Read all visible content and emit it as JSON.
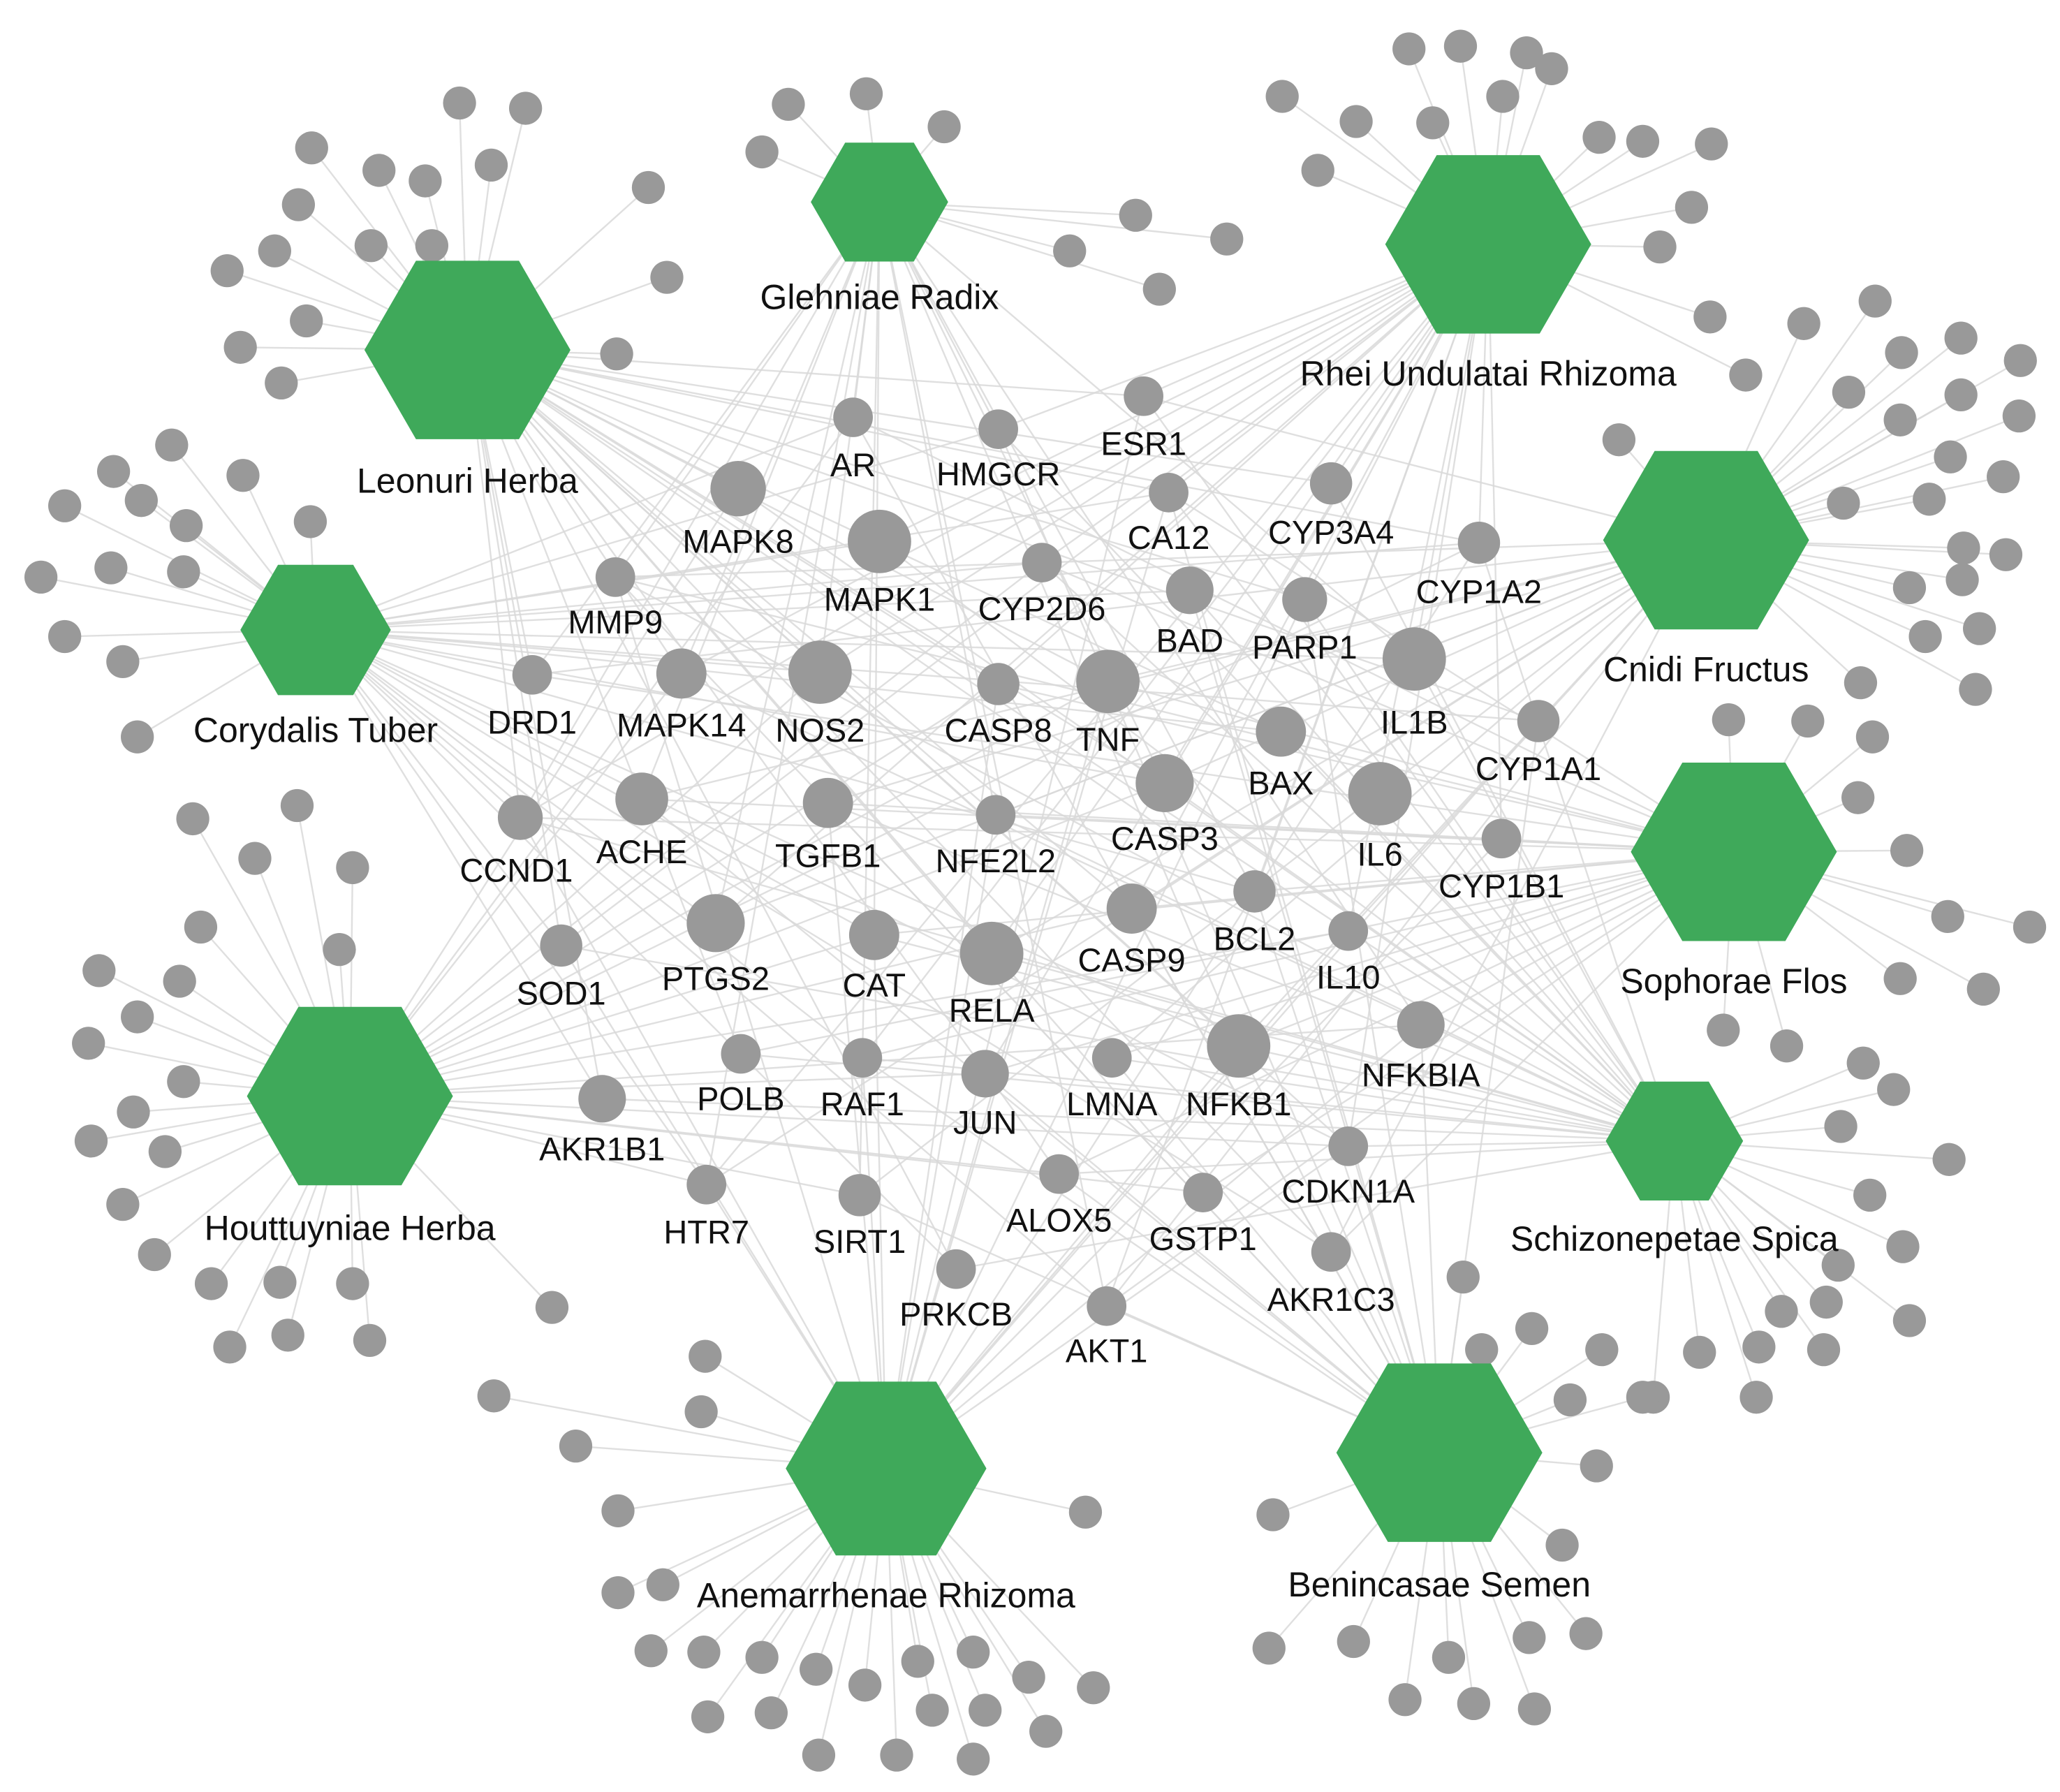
{
  "colors": {
    "herb_fill": "#3fa95a",
    "node_fill": "#999999",
    "edge": "#d9d9d9",
    "label": "#111111"
  },
  "herbs": [
    {
      "id": "leonuri",
      "label": "Leonuri Herba"
    },
    {
      "id": "glehniae",
      "label": "Glehniae Radix"
    },
    {
      "id": "rhei",
      "label": "Rhei Undulatai Rhizoma"
    },
    {
      "id": "cnidi",
      "label": "Cnidi Fructus"
    },
    {
      "id": "corydalis",
      "label": "Corydalis Tuber"
    },
    {
      "id": "sophorae",
      "label": "Sophorae Flos"
    },
    {
      "id": "houttuyniae",
      "label": "Houttuyniae Herba"
    },
    {
      "id": "schizonepetae",
      "label": "Schizonepetae Spica"
    },
    {
      "id": "anemarrhenae",
      "label": "Anemarrhenae Rhizoma"
    },
    {
      "id": "benincasae",
      "label": "Benincasae Semen"
    }
  ],
  "targets": [
    {
      "label": "AR"
    },
    {
      "label": "HMGCR"
    },
    {
      "label": "ESR1"
    },
    {
      "label": "MAPK8"
    },
    {
      "label": "MAPK1"
    },
    {
      "label": "CA12"
    },
    {
      "label": "CYP3A4"
    },
    {
      "label": "CYP2D6"
    },
    {
      "label": "BAD"
    },
    {
      "label": "PARP1"
    },
    {
      "label": "CYP1A2"
    },
    {
      "label": "MMP9"
    },
    {
      "label": "DRD1"
    },
    {
      "label": "MAPK14"
    },
    {
      "label": "NOS2"
    },
    {
      "label": "CASP8"
    },
    {
      "label": "TNF"
    },
    {
      "label": "IL1B"
    },
    {
      "label": "CYP1A1"
    },
    {
      "label": "BAX"
    },
    {
      "label": "CASP3"
    },
    {
      "label": "IL6"
    },
    {
      "label": "CCND1"
    },
    {
      "label": "ACHE"
    },
    {
      "label": "TGFB1"
    },
    {
      "label": "NFE2L2"
    },
    {
      "label": "CYP1B1"
    },
    {
      "label": "SOD1"
    },
    {
      "label": "PTGS2"
    },
    {
      "label": "CAT"
    },
    {
      "label": "RELA"
    },
    {
      "label": "CASP9"
    },
    {
      "label": "BCL2"
    },
    {
      "label": "IL10"
    },
    {
      "label": "NFKBIA"
    },
    {
      "label": "POLB"
    },
    {
      "label": "RAF1"
    },
    {
      "label": "JUN"
    },
    {
      "label": "LMNA"
    },
    {
      "label": "NFKB1"
    },
    {
      "label": "AKR1B1"
    },
    {
      "label": "HTR7"
    },
    {
      "label": "CDKN1A"
    },
    {
      "label": "SIRT1"
    },
    {
      "label": "ALOX5"
    },
    {
      "label": "GSTP1"
    },
    {
      "label": "AKR1C3"
    },
    {
      "label": "PRKCB"
    },
    {
      "label": "AKT1"
    }
  ]
}
